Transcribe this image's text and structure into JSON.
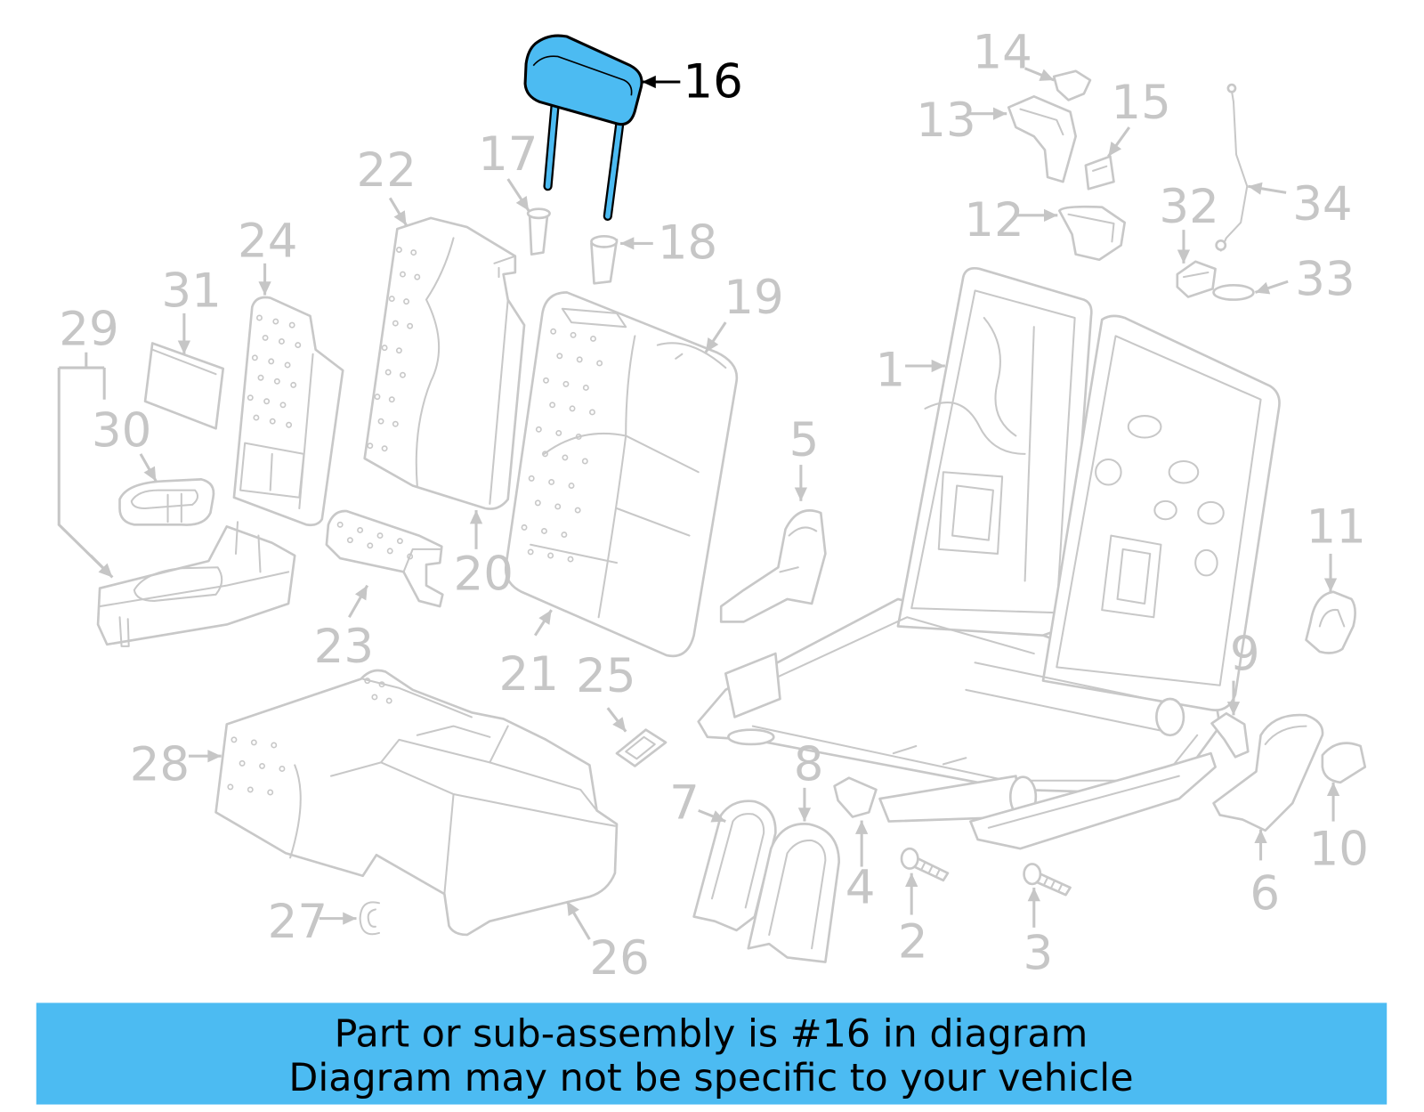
{
  "callouts": {
    "n1": "1",
    "n2": "2",
    "n3": "3",
    "n4": "4",
    "n5": "5",
    "n6": "6",
    "n7": "7",
    "n8": "8",
    "n9": "9",
    "n10": "10",
    "n11": "11",
    "n12": "12",
    "n13": "13",
    "n14": "14",
    "n15": "15",
    "n16": "16",
    "n17": "17",
    "n18": "18",
    "n19": "19",
    "n20": "20",
    "n21": "21",
    "n22": "22",
    "n23": "23",
    "n24": "24",
    "n25": "25",
    "n26": "26",
    "n27": "27",
    "n28": "28",
    "n29": "29",
    "n30": "30",
    "n31": "31",
    "n32": "32",
    "n33": "33",
    "n34": "34"
  },
  "banner": {
    "line1": "Part or sub-assembly is #16 in diagram",
    "line2": "Diagram may not be specific to your vehicle"
  },
  "colors": {
    "linework": "#c8c8c8",
    "label": "#c6c6c6",
    "highlight": "#4cbbf2",
    "banner": "#4cbbf2",
    "highlight_label": "#000000"
  }
}
